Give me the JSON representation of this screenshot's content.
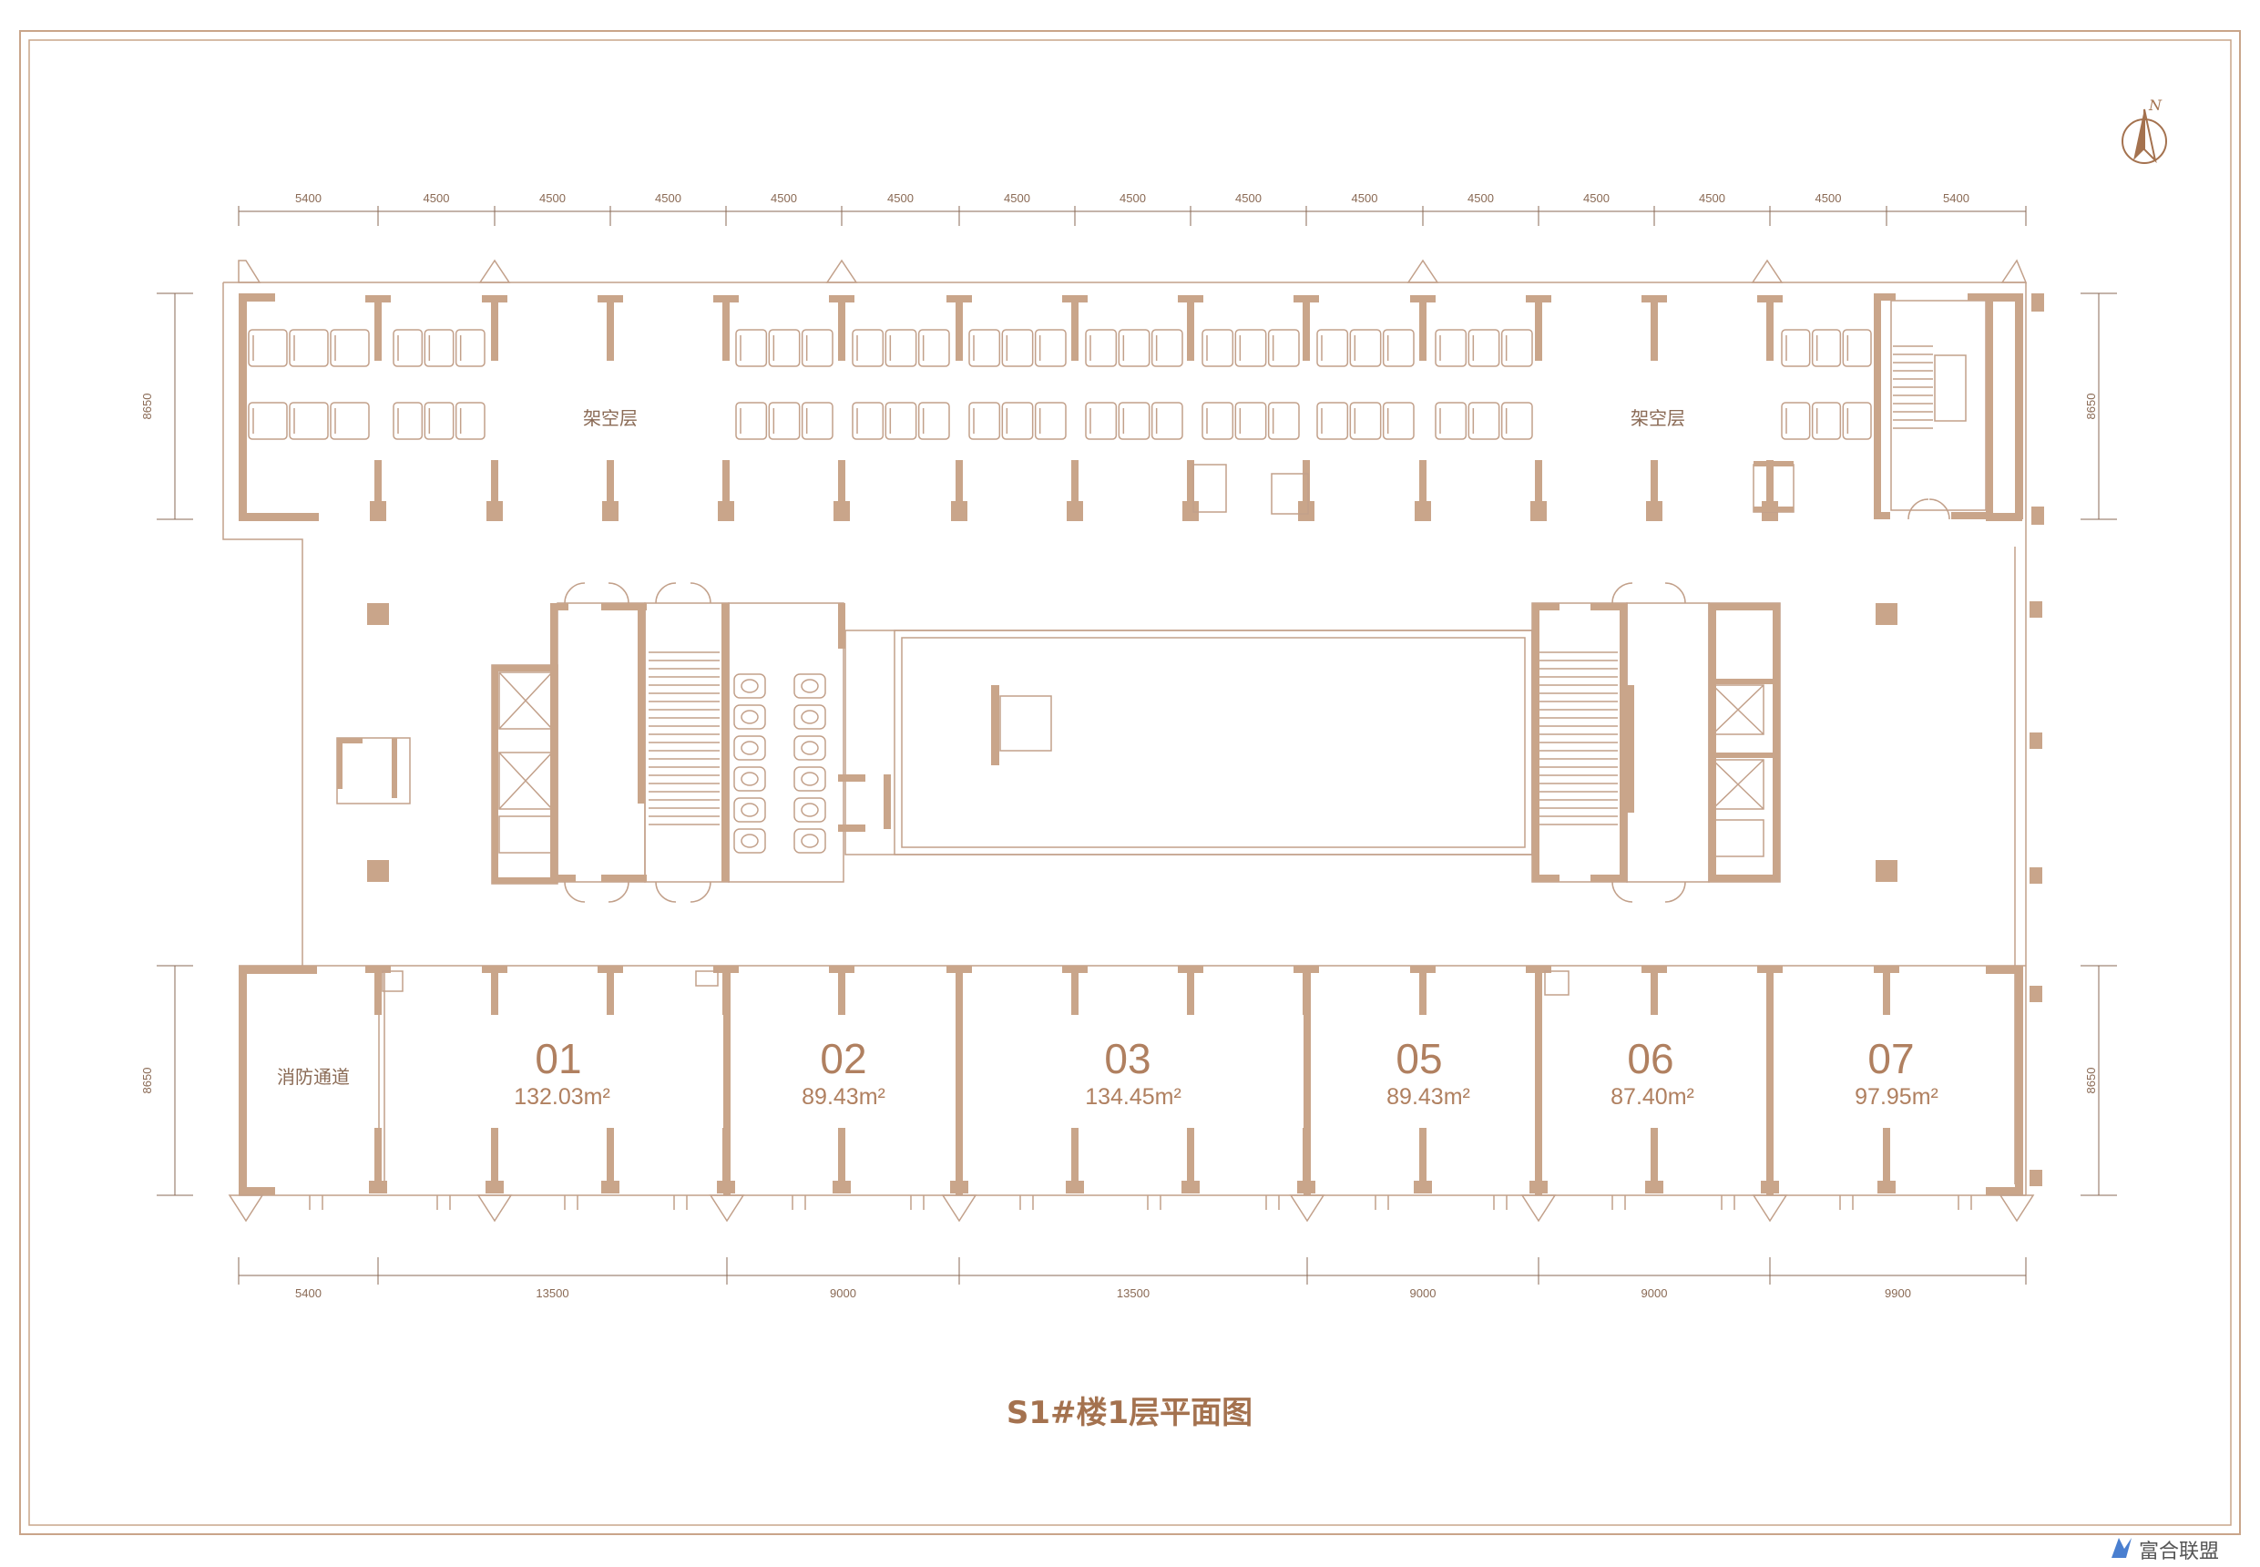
{
  "title": "S1#楼1层平面图",
  "compass": {
    "label": "N",
    "icon": "north-arrow-icon"
  },
  "zones": {
    "pilotis_left": "架空层",
    "pilotis_right": "架空层",
    "fire_passage": "消防通道"
  },
  "units": [
    {
      "number": "01",
      "area": "132.03m²"
    },
    {
      "number": "02",
      "area": "89.43m²"
    },
    {
      "number": "03",
      "area": "134.45m²"
    },
    {
      "number": "05",
      "area": "89.43m²"
    },
    {
      "number": "06",
      "area": "87.40m²"
    },
    {
      "number": "07",
      "area": "97.95m²"
    }
  ],
  "dims_top": [
    "5400",
    "4500",
    "4500",
    "4500",
    "4500",
    "4500",
    "4500",
    "4500",
    "4500",
    "4500",
    "4500",
    "4500",
    "4500",
    "4500",
    "5400"
  ],
  "dims_bottom": [
    "5400",
    "13500",
    "9000",
    "13500",
    "9000",
    "9000",
    "9900"
  ],
  "dims_side": {
    "left_top": "8650",
    "left_bottom": "8650",
    "right_top": "8650",
    "right_bottom": "8650"
  },
  "watermark": "富合联盟",
  "colors": {
    "wall": "#c9a58a",
    "line": "#c2a08a",
    "text": "#a4724f"
  }
}
